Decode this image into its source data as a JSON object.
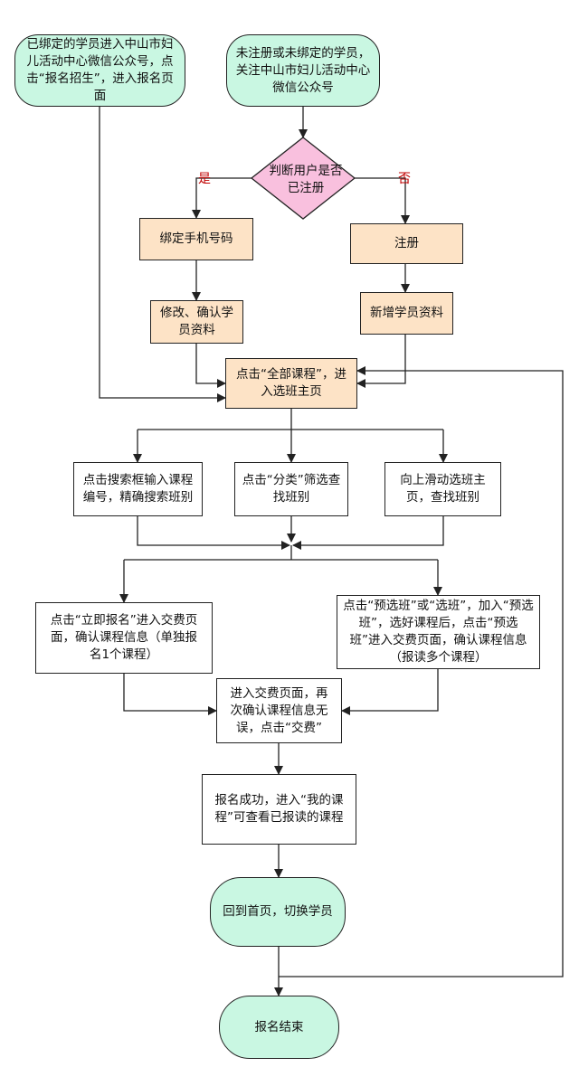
{
  "colors": {
    "terminal_fill": "#c9f7e2",
    "decision_fill": "#f9c0de",
    "orange_process_fill": "#fde3c6",
    "line": "#222222",
    "branch_label": "#c00000"
  },
  "nodes": {
    "start_bound": "已绑定的学员进入中山市妇\n儿活动中心微信公众号，点\n击“报名招生”，进入报名页面",
    "start_unregistered": "未注册或未绑定的学员，\n关注中山市妇儿活动中心\n微信公众号",
    "decision": "判断用户是否\n已注册",
    "yes_label": "是",
    "no_label": "否",
    "bind_phone": "绑定手机号码",
    "register": "注册",
    "edit_info": "修改、确认学\n员资料",
    "add_info": "新增学员资料",
    "all_courses": "点击“全部课程”，进\n入选班主页",
    "search_box": "点击搜索框输入课程\n编号，精确搜索班别",
    "category": "点击“分类”筛选查\n找班别",
    "scroll": "向上滑动选班主\n页，查找班别",
    "enroll_now": "点击“立即报名”进入交费页\n面，确认课程信息（单独报\n名1个课程）",
    "preselect": "点击“预选班”或“选班”，加入“预选\n班”，选好课程后，点击“预选\n班”进入交费页面，确认课程信息\n（报读多个课程）",
    "payment": "进入交费页面，再\n次确认课程信息无\n误，点击“交费”",
    "success": "报名成功，进入“我的课\n程”可查看已报读的课程",
    "home": "回到首页，切换学员",
    "end": "报名结束"
  }
}
